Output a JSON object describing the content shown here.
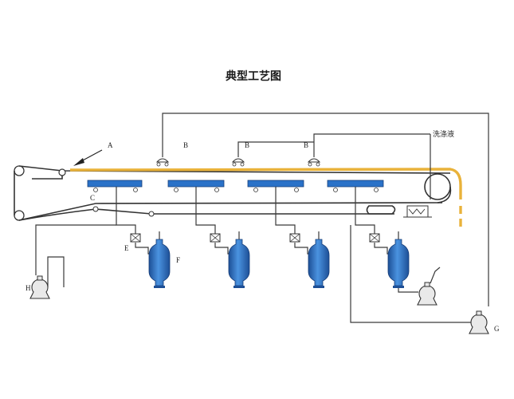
{
  "title": "典型工艺图",
  "labels": {
    "A": "A",
    "B1": "B",
    "B2": "B",
    "B3": "B",
    "C": "C",
    "E": "E",
    "F": "F",
    "G": "G",
    "H": "H",
    "wash": "洗涤液"
  },
  "colors": {
    "vessel": "#2a72c8",
    "vessel_dark": "#1d4f96",
    "cloth": "#e9b23a",
    "line": "#3a3a3a"
  }
}
